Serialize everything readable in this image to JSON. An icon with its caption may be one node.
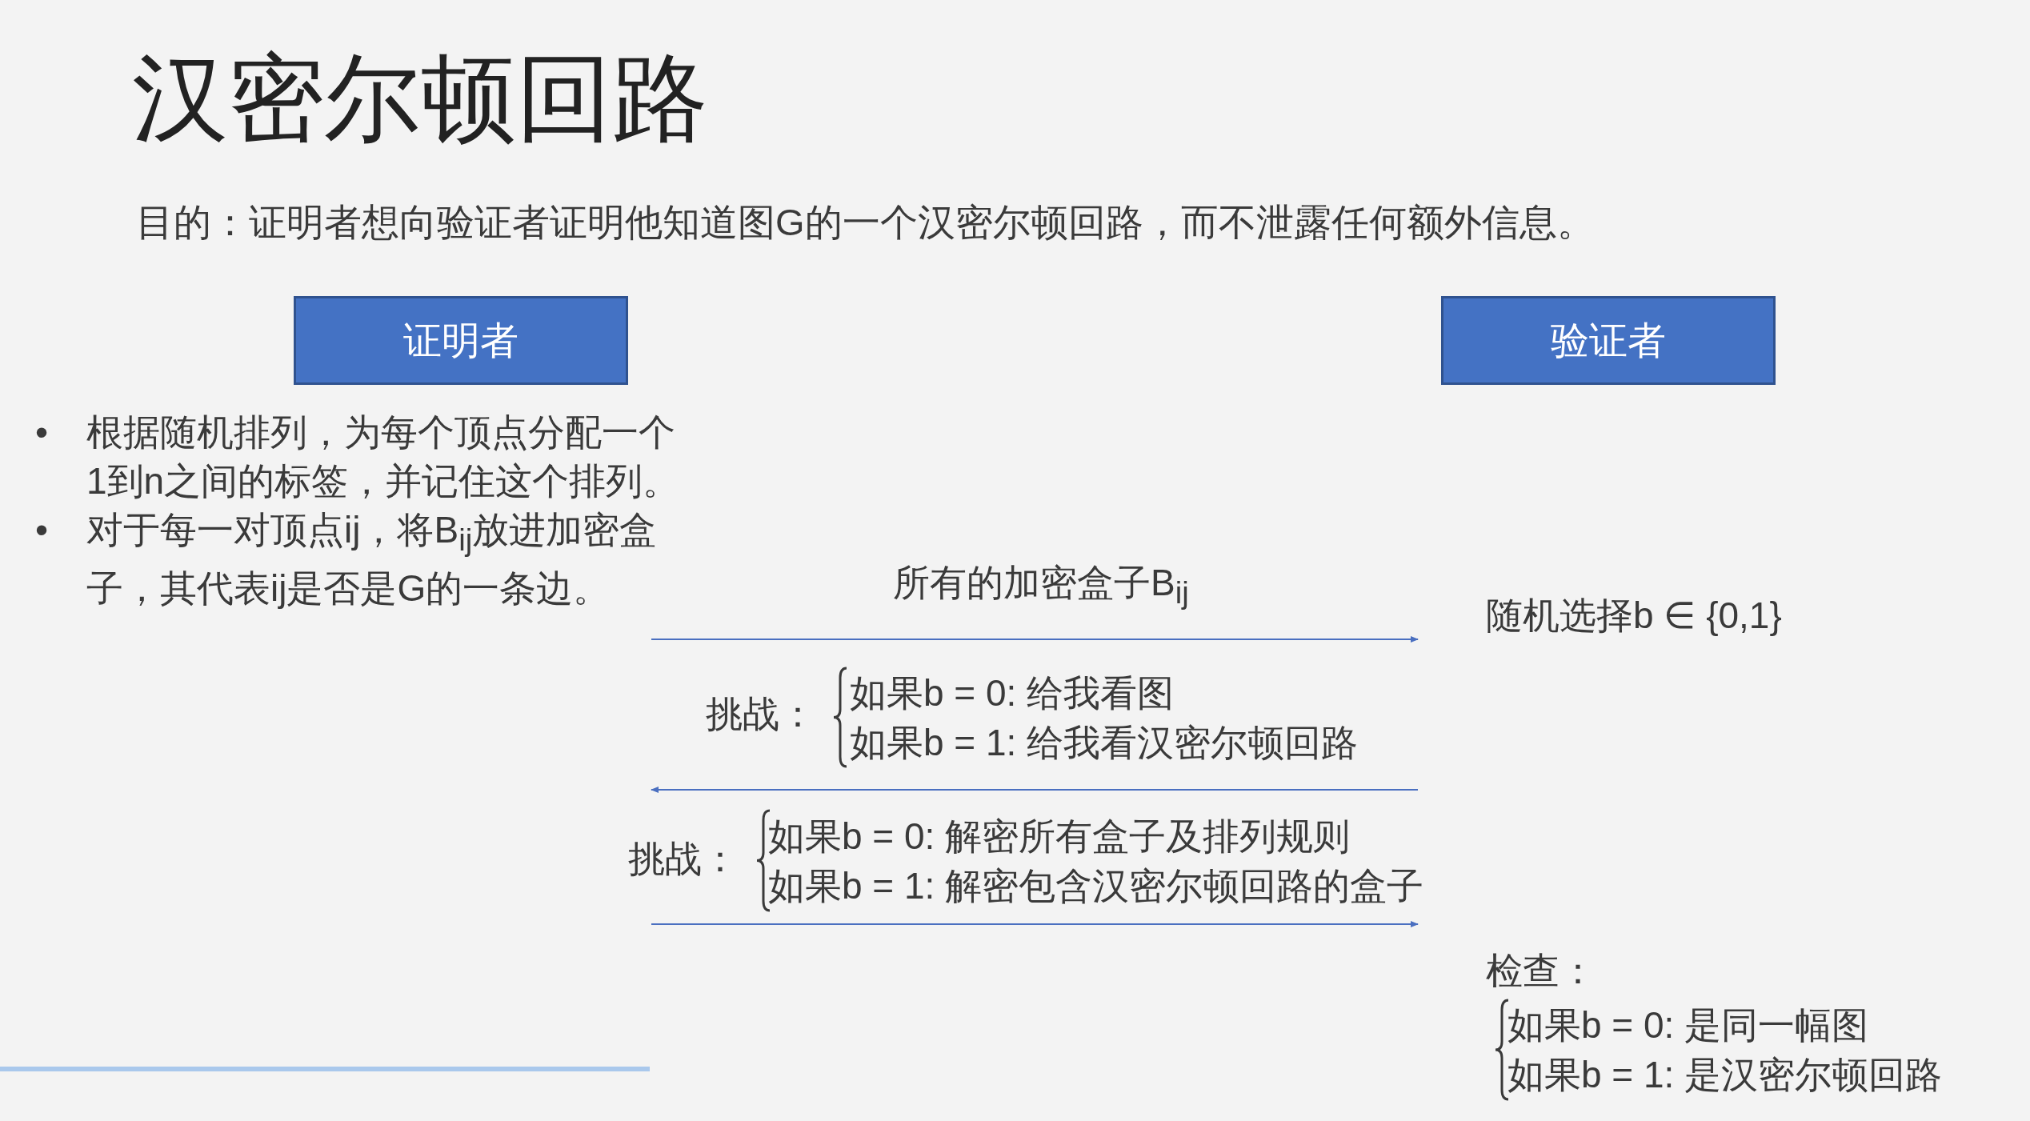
{
  "diagram": {
    "title": "汉密尔顿回路",
    "nodes": [
      {
        "text": [
          "证明者"
        ]
      },
      {
        "text": [
          "验证者"
        ]
      }
    ],
    "edges": [],
    "labels": [
      "目的：证明者想向验证者证明他知道图G的一个汉密尔顿回路，而不泄露任何额外信息。",
      "•",
      "根据随机排列，为每个顶点分配一个1到n之间的标签，并记住这个排列。",
      "•",
      "对于每一对顶点ij，将B$_{ij}$放进加密盒子，其代表ij是否是G的一条边。",
      "所有的加密盒子B$_{ij}$",
      "随机选择b ∈ {0,1}",
      "挑战：",
      "如果b = 0: 给我看图",
      "如果b = 1: 给我看汉密尔顿回路",
      "挑战：",
      "如果b = 0: 解密所有盒子及排列规则",
      "如果b = 1: 解密包含汉密尔顿回路的盒子",
      "检查：",
      "如果b = 0: 是同一幅图",
      "如果b = 1: 是汉密尔顿回路"
    ]
  }
}
